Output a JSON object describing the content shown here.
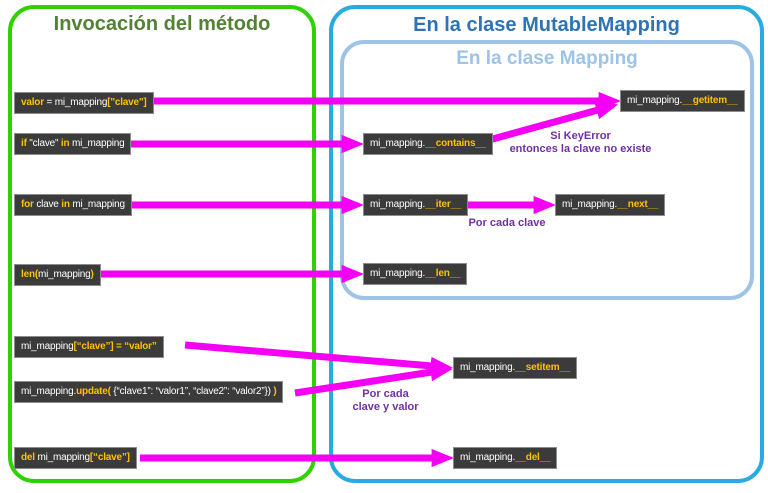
{
  "colors": {
    "green_border": "#2fd100",
    "green_title": "#538135",
    "blue_border": "#29abe2",
    "blue_title": "#2e74b5",
    "lightblue": "#9dc3e6",
    "arrow_magenta": "#f400f4",
    "code_bg": "#3b3b3b",
    "keyword_gold": "#ffc000",
    "note_purple": "#7030a0"
  },
  "left_panel": {
    "title": "Invocación del método",
    "items": [
      {
        "name": "getitem-call",
        "segments": [
          [
            "valor",
            "kw"
          ],
          [
            " = mi_mapping",
            "pl"
          ],
          [
            "[\"clave\"]",
            "kw"
          ]
        ]
      },
      {
        "name": "contains-call",
        "segments": [
          [
            "if",
            "kw"
          ],
          [
            " \"clave\" ",
            "pl"
          ],
          [
            "in",
            "kw"
          ],
          [
            " mi_mapping",
            "pl"
          ]
        ]
      },
      {
        "name": "iter-call",
        "segments": [
          [
            "for",
            "kw"
          ],
          [
            " clave ",
            "pl"
          ],
          [
            "in",
            "kw"
          ],
          [
            " mi_mapping",
            "pl"
          ]
        ]
      },
      {
        "name": "len-call",
        "segments": [
          [
            "len(",
            "kw"
          ],
          [
            "mi_mapping",
            "pl"
          ],
          [
            ")",
            "kw"
          ]
        ]
      },
      {
        "name": "setitem-call",
        "segments": [
          [
            "mi_mapping",
            "pl"
          ],
          [
            "[“clave”] = “valor”",
            "kw"
          ]
        ]
      },
      {
        "name": "update-call",
        "segments": [
          [
            "mi_mapping.",
            "pl"
          ],
          [
            "update(",
            "kw"
          ],
          [
            " {“clave1”: “valor1”, “clave2”: “valor2”})",
            "pl"
          ],
          [
            " )",
            "kw"
          ]
        ]
      },
      {
        "name": "del-call",
        "segments": [
          [
            "del",
            "kw"
          ],
          [
            " mi_mapping",
            "pl"
          ],
          [
            "[“clave”]",
            "kw"
          ]
        ]
      }
    ]
  },
  "mutable_mapping_panel": {
    "title": "En la clase MutableMapping"
  },
  "mapping_panel": {
    "title": "En la clase Mapping"
  },
  "methods": [
    {
      "name": "getitem",
      "segments": [
        [
          "mi_mapping.",
          "pl"
        ],
        [
          "__getitem__",
          "kw"
        ]
      ]
    },
    {
      "name": "contains",
      "segments": [
        [
          "mi_mapping.",
          "pl"
        ],
        [
          "__contains__",
          "kw"
        ]
      ]
    },
    {
      "name": "iter",
      "segments": [
        [
          "mi_mapping.",
          "pl"
        ],
        [
          "__iter__",
          "kw"
        ]
      ]
    },
    {
      "name": "next",
      "segments": [
        [
          "mi_mapping.",
          "pl"
        ],
        [
          "__next__",
          "kw"
        ]
      ]
    },
    {
      "name": "len",
      "segments": [
        [
          "mi_mapping.",
          "pl"
        ],
        [
          "__len__",
          "kw"
        ]
      ]
    },
    {
      "name": "setitem",
      "segments": [
        [
          "mi_mapping.",
          "pl"
        ],
        [
          "__setitem__",
          "kw"
        ]
      ]
    },
    {
      "name": "del",
      "segments": [
        [
          "mi_mapping.",
          "pl"
        ],
        [
          "__del__",
          "kw"
        ]
      ]
    }
  ],
  "annotations": {
    "keyerror_line1": "Si KeyError",
    "keyerror_line2": "entonces la clave no existe",
    "per_key": "Por cada clave",
    "per_kv_line1": "Por cada",
    "per_kv_line2": "clave y valor"
  }
}
